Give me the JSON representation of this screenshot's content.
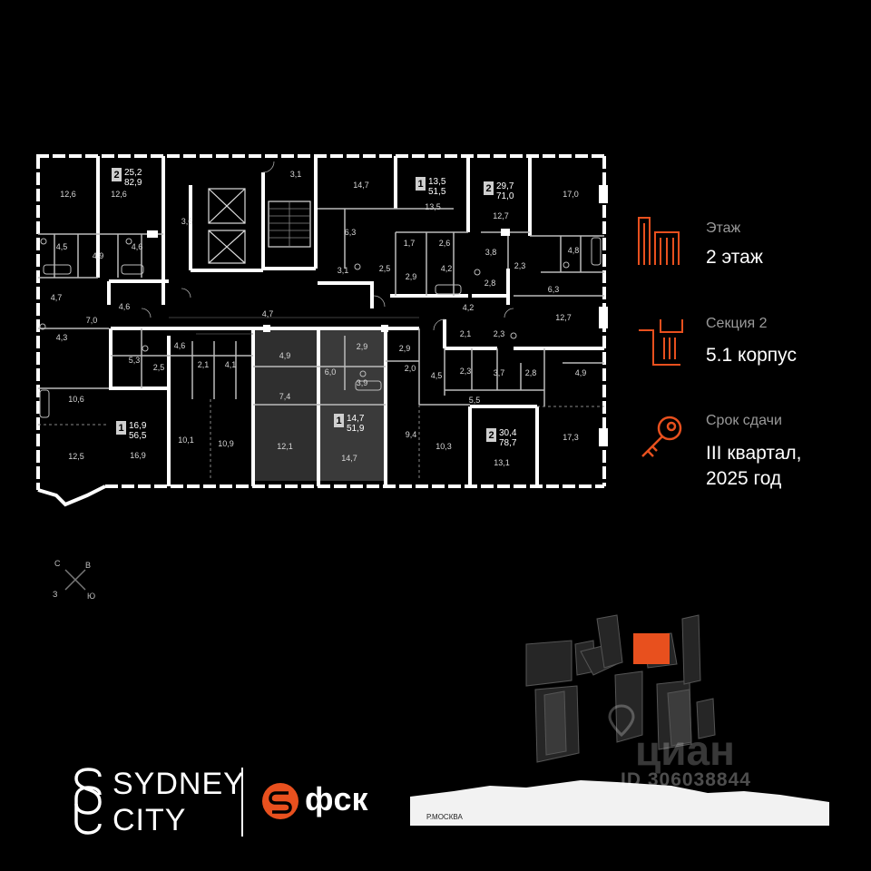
{
  "info": {
    "floor": {
      "title": "Этаж",
      "value": "2 этаж"
    },
    "section": {
      "title": "Секция 2",
      "value": "5.1 корпус"
    },
    "deadline": {
      "title": "Срок сдачи",
      "line1": "III квартал,",
      "line2": "2025 год"
    }
  },
  "compass": {
    "n": "С",
    "e": "В",
    "w": "З",
    "s": "Ю"
  },
  "brand": {
    "sydney_line1": "SYDNEY",
    "sydney_line2": "CITY",
    "fsk": "фск"
  },
  "watermark": {
    "name": "циан",
    "id": "ID 306038844"
  },
  "map": {
    "river": "Р.МОСКВА"
  },
  "accent_color": "#e8501e",
  "apartments": [
    {
      "rooms": "2",
      "living": "25,2",
      "total": "82,9"
    },
    {
      "rooms": "1",
      "living": "13,5",
      "total": "51,5"
    },
    {
      "rooms": "2",
      "living": "29,7",
      "total": "71,0"
    },
    {
      "rooms": "1",
      "living": "16,9",
      "total": "56,5"
    },
    {
      "rooms": "1",
      "living": "14,7",
      "total": "51,9"
    },
    {
      "rooms": "2",
      "living": "30,4",
      "total": "78,7"
    }
  ],
  "room_areas": [
    "12,6",
    "12,6",
    "3,6",
    "3,1",
    "14,7",
    "13,5",
    "12,7",
    "17,0",
    "4,5",
    "4,9",
    "4,6",
    "6,3",
    "1,7",
    "2,6",
    "3,8",
    "4,8",
    "3,1",
    "2,5",
    "2,9",
    "4,2",
    "2,8",
    "2,3",
    "6,3",
    "4,7",
    "4,6",
    "7,0",
    "4,7",
    "4,2",
    "12,7",
    "4,3",
    "2,1",
    "2,3",
    "5,3",
    "4,6",
    "2,5",
    "2,1",
    "4,1",
    "4,9",
    "2,9",
    "6,0",
    "2,9",
    "2,0",
    "3,9",
    "4,5",
    "2,3",
    "3,7",
    "2,8",
    "4,9",
    "10,6",
    "7,4",
    "5,5",
    "12,5",
    "16,9",
    "10,1",
    "10,9",
    "12,1",
    "14,7",
    "9,4",
    "10,3",
    "13,1",
    "17,3"
  ]
}
